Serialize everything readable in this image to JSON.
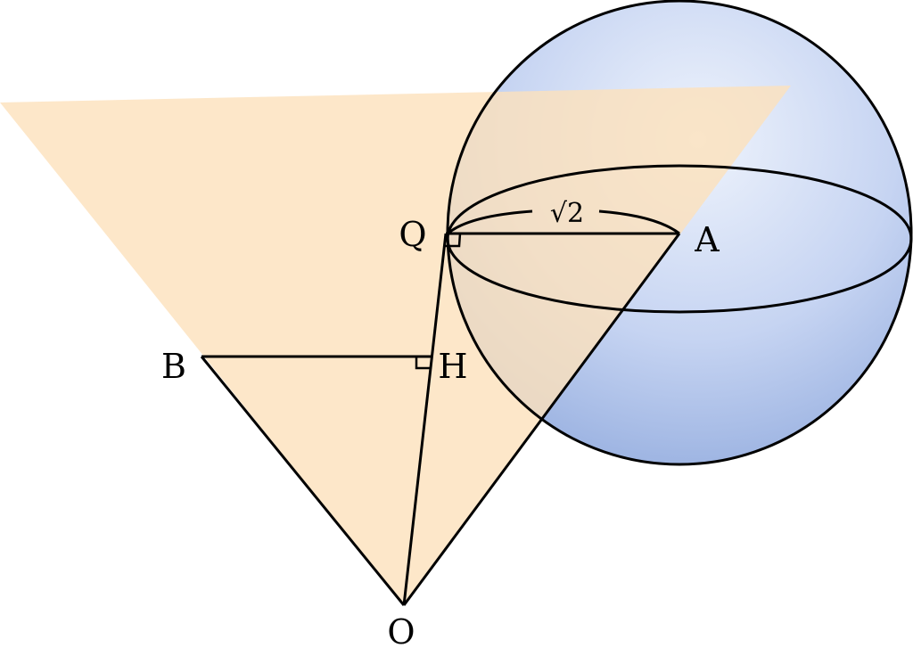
{
  "labels": {
    "q": "Q",
    "a": "A",
    "b": "B",
    "h": "H",
    "o": "O",
    "qa_length": "√2"
  },
  "colors": {
    "plane_fill": "#fde1bc",
    "sphere_light": "#eef3fc",
    "sphere_mid": "#c6d4f2",
    "sphere_dark": "#93acde",
    "stroke": "#000000"
  }
}
